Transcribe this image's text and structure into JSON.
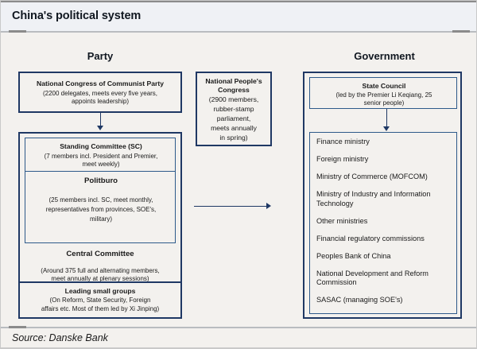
{
  "figure": {
    "title": "China's political system",
    "source": "Source: Danske Bank"
  },
  "columns": {
    "party": "Party",
    "government": "Government"
  },
  "party": {
    "national_congress": {
      "heading": "National Congress of Communist Party",
      "detail_line1": "(2200 delegates, meets every five years,",
      "detail_line2": "appoints leadership)"
    },
    "standing_committee": {
      "heading": "Standing Committee (SC)",
      "detail_line1": "(7 members incl. President and Premier,",
      "detail_line2": "meet weekly)"
    },
    "politburo": {
      "heading": "Politburo",
      "detail_line1": "(25 members incl. SC, meet monthly,",
      "detail_line2": "representatives from provinces, SOE's,",
      "detail_line3": "military)"
    },
    "central_committee": {
      "heading": "Central Committee",
      "detail_line1": "(Around 375 full and alternating members,",
      "detail_line2": "meet annually at plenary sessions)"
    },
    "leading_small_groups": {
      "heading": "Leading small groups",
      "detail_line1": "(On Reform, State Security, Foreign",
      "detail_line2": "affairs etc. Most of them led by Xi Jinping)"
    }
  },
  "npc": {
    "heading_line1": "National People's",
    "heading_line2": "Congress",
    "detail_line1": "(2900 members,",
    "detail_line2": "rubber-stamp",
    "detail_line3": "parliament,",
    "detail_line4": "meets annually",
    "detail_line5": "in spring)"
  },
  "government": {
    "state_council": {
      "heading": "State Council",
      "detail_line1": "(led by the Premier Li Keqiang, 25",
      "detail_line2": "senior people)"
    },
    "ministries": [
      "Finance ministry",
      "Foreign ministry",
      "Ministry of Commerce (MOFCOM)",
      "Ministry of Industry and Information Technology",
      "Other ministries",
      "Financial regulatory commissions",
      "Peoples Bank of China",
      "National Development and Reform Commission",
      "SASAC (managing SOE's)"
    ]
  },
  "colors": {
    "border_navy": "#1f3864",
    "border_blue": "#2e5a8a",
    "background": "#f3f1ee",
    "title_bar": "#eff1f5",
    "text": "#1a1a1a"
  }
}
